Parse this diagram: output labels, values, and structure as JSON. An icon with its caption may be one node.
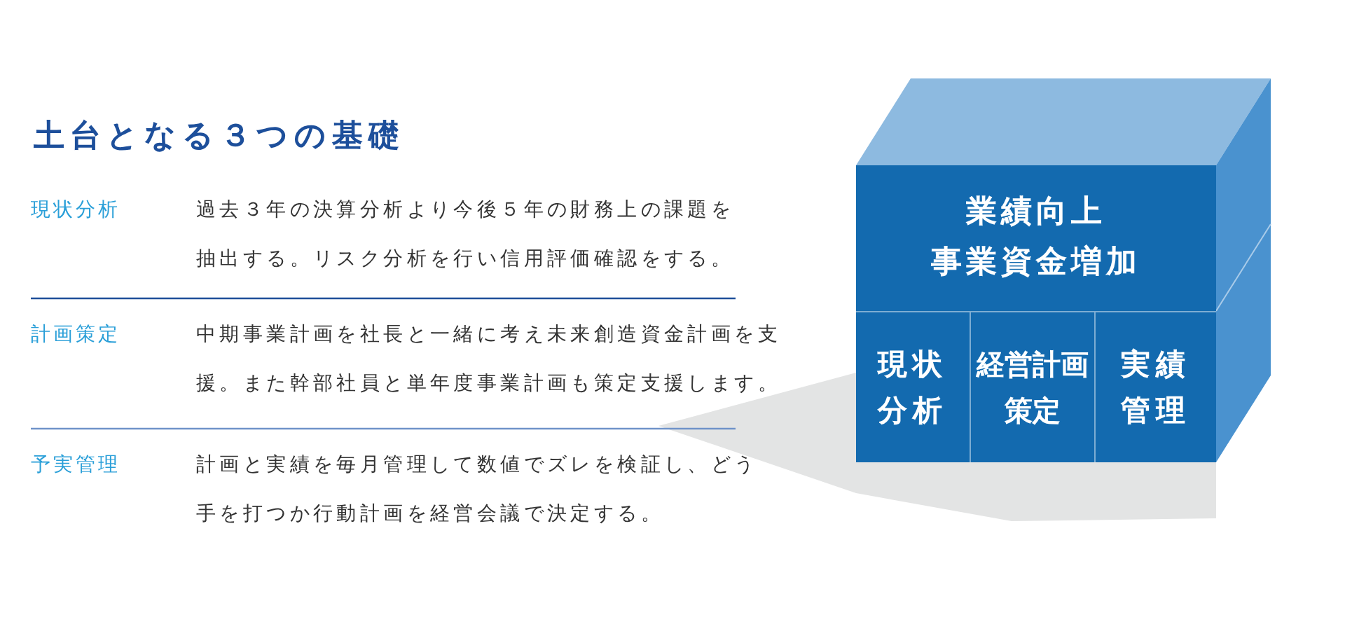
{
  "diagram": {
    "title": "土台となる３つの基礎",
    "nodes": [
      {
        "text": [
          "業績向上",
          "事業資金増加"
        ]
      },
      {
        "text": [
          "現状分析"
        ]
      },
      {
        "text": [
          "経営計画策定"
        ]
      },
      {
        "text": [
          "実績管理"
        ]
      }
    ],
    "labels": [
      "現状分析",
      "過去３年の決算分析より今後５年の財務上の課題を抽出する。リスク分析を行い信用評価確認をする。",
      "計画策定",
      "中期事業計画を社長と一緒に考え未来創造資金計画を支援。また幹部社員と単年度事業計画も策定支援します。",
      "予実管理",
      "計画と実績を毎月管理して数値でズレを検証し、どう手を打つか行動計画を経営会議で決定する。"
    ]
  }
}
